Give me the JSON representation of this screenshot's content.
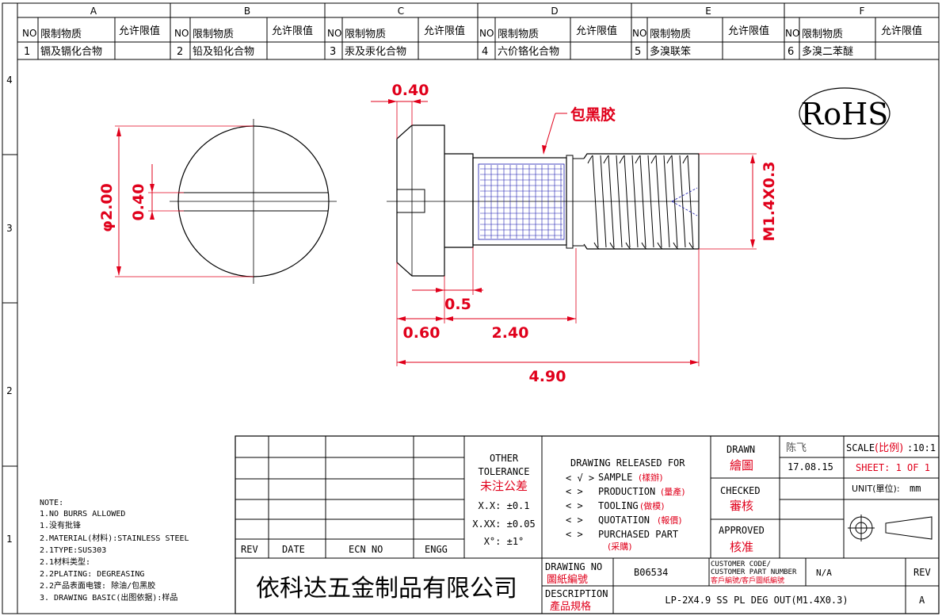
{
  "zones": {
    "columns": [
      "A",
      "B",
      "C",
      "D",
      "E",
      "F"
    ],
    "rows": [
      "4",
      "3",
      "2",
      "1"
    ]
  },
  "restrictions": {
    "headers": {
      "no": "NO",
      "substance": "限制物质",
      "limit": "允许限值"
    },
    "items": [
      {
        "no": "1",
        "substance": "镉及镉化合物"
      },
      {
        "no": "2",
        "substance": "铅及铅化合物"
      },
      {
        "no": "3",
        "substance": "汞及汞化合物"
      },
      {
        "no": "4",
        "substance": "六价铬化合物"
      },
      {
        "no": "5",
        "substance": "多溴联笨"
      },
      {
        "no": "6",
        "substance": "多溴二苯醚"
      }
    ]
  },
  "rohs_label": "RoHS",
  "dimensions": {
    "dia": "φ2.00",
    "slot_left": "0.40",
    "slot_top": "0.40",
    "coating_label": "包黑胶",
    "thread": "M1.4X0.3",
    "neck": "0.5",
    "head": "0.60",
    "shank": "2.40",
    "total": "4.90"
  },
  "notes": [
    "NOTE:",
    "1.NO BURRS ALLOWED",
    "1.没有批锋",
    "2.MATERIAL(材料):STAINLESS STEEL",
    "2.1TYPE:SUS303",
    "2.1材料类型:",
    "2.2PLATING: DEGREASING",
    "2.2产品表面电镀: 除油/包黑胶",
    "3. DRAWING BASIC(出图依据):样品"
  ],
  "revision_table": {
    "rev": "REV",
    "date": "DATE",
    "ecn": "ECN NO",
    "engg": "ENGG"
  },
  "tolerance": {
    "title1": "OTHER",
    "title2": "TOLERANCE",
    "title_cn": "未注公差",
    "x_x": "X.X: ±0.1",
    "x_xx": "X.XX: ±0.05",
    "angle": "X°: ±1°"
  },
  "release": {
    "title": "DRAWING RELEASED FOR",
    "options": [
      {
        "mark": "< √ >",
        "label": "SAMPLE",
        "cn": "(樣辦)"
      },
      {
        "mark": "<    >",
        "label": "PRODUCTION",
        "cn": "(量產)"
      },
      {
        "mark": "<    >",
        "label": "TOOLING",
        "cn": "(做模)"
      },
      {
        "mark": "<    >",
        "label": "QUOTATION",
        "cn": "(報價)"
      },
      {
        "mark": "<    >",
        "label": "PURCHASED PART",
        "cn": "(采購)"
      }
    ]
  },
  "signoff": {
    "drawn": "DRAWN",
    "drawn_cn": "繪圖",
    "drawn_by": "陈飞",
    "date": "17.08.15",
    "checked": "CHECKED",
    "checked_cn": "審核",
    "approved": "APPROVED",
    "approved_cn": "核准"
  },
  "scale": {
    "label": "SCALE",
    "label_cn": "(比例)",
    "value": ":10:1",
    "sheet": "SHEET:  1 OF 1",
    "unit_label": "UNIT(單位):",
    "unit": "mm"
  },
  "company": "依科达五金制品有限公司",
  "drawing_no": {
    "label": "DRAWING NO",
    "label_cn": "圖紙編號",
    "value": "B06534"
  },
  "customer": {
    "label1": "CUSTOMER CODE/",
    "label2": "CUSTOMER PART NUMBER",
    "label_cn": "客戶編號/客戶圖紙編號",
    "value": "N/A"
  },
  "description": {
    "label": "DESCRIPTION",
    "label_cn": "產品規格",
    "value": "LP-2X4.9 SS PL DEG OUT(M1.4X0.3)"
  },
  "rev": {
    "label": "REV",
    "value": "A"
  },
  "colors": {
    "dim": "#e0001b",
    "line": "#000000",
    "blue": "#1a1ab0",
    "cn_red": "#e0001b"
  }
}
